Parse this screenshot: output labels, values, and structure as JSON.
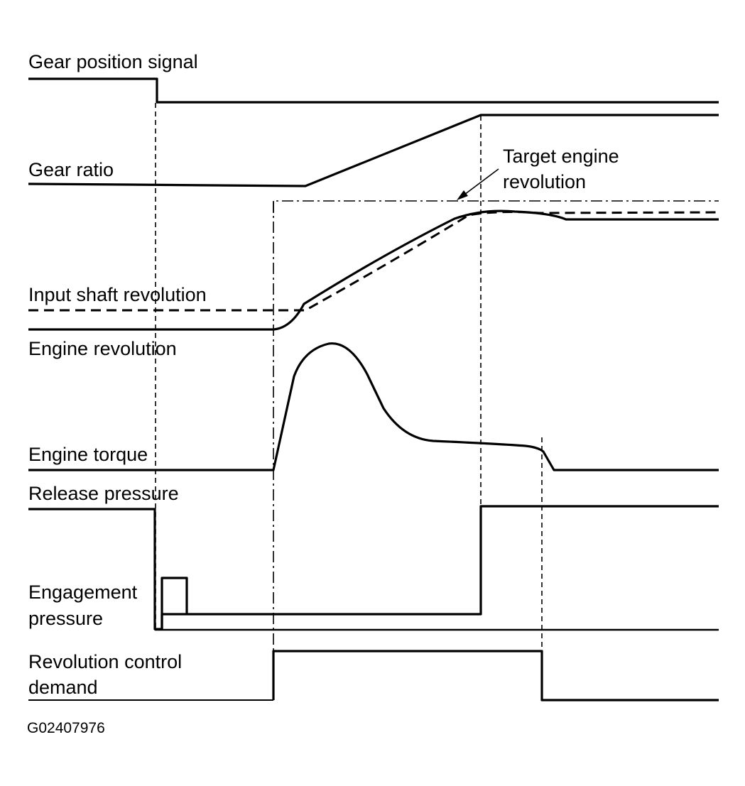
{
  "labels": {
    "gear_position_signal": "Gear position signal",
    "gear_ratio": "Gear ratio",
    "target_engine_line1": "Target engine",
    "target_engine_line2": "revolution",
    "input_shaft_revolution": "Input shaft revolution",
    "engine_revolution": "Engine revolution",
    "engine_torque": "Engine torque",
    "release_pressure": "Release pressure",
    "engagement_line1": "Engagement",
    "engagement_line2": "pressure",
    "revolution_control_line1": "Revolution control",
    "revolution_control_line2": "demand"
  },
  "figure_code": "G02407976"
}
